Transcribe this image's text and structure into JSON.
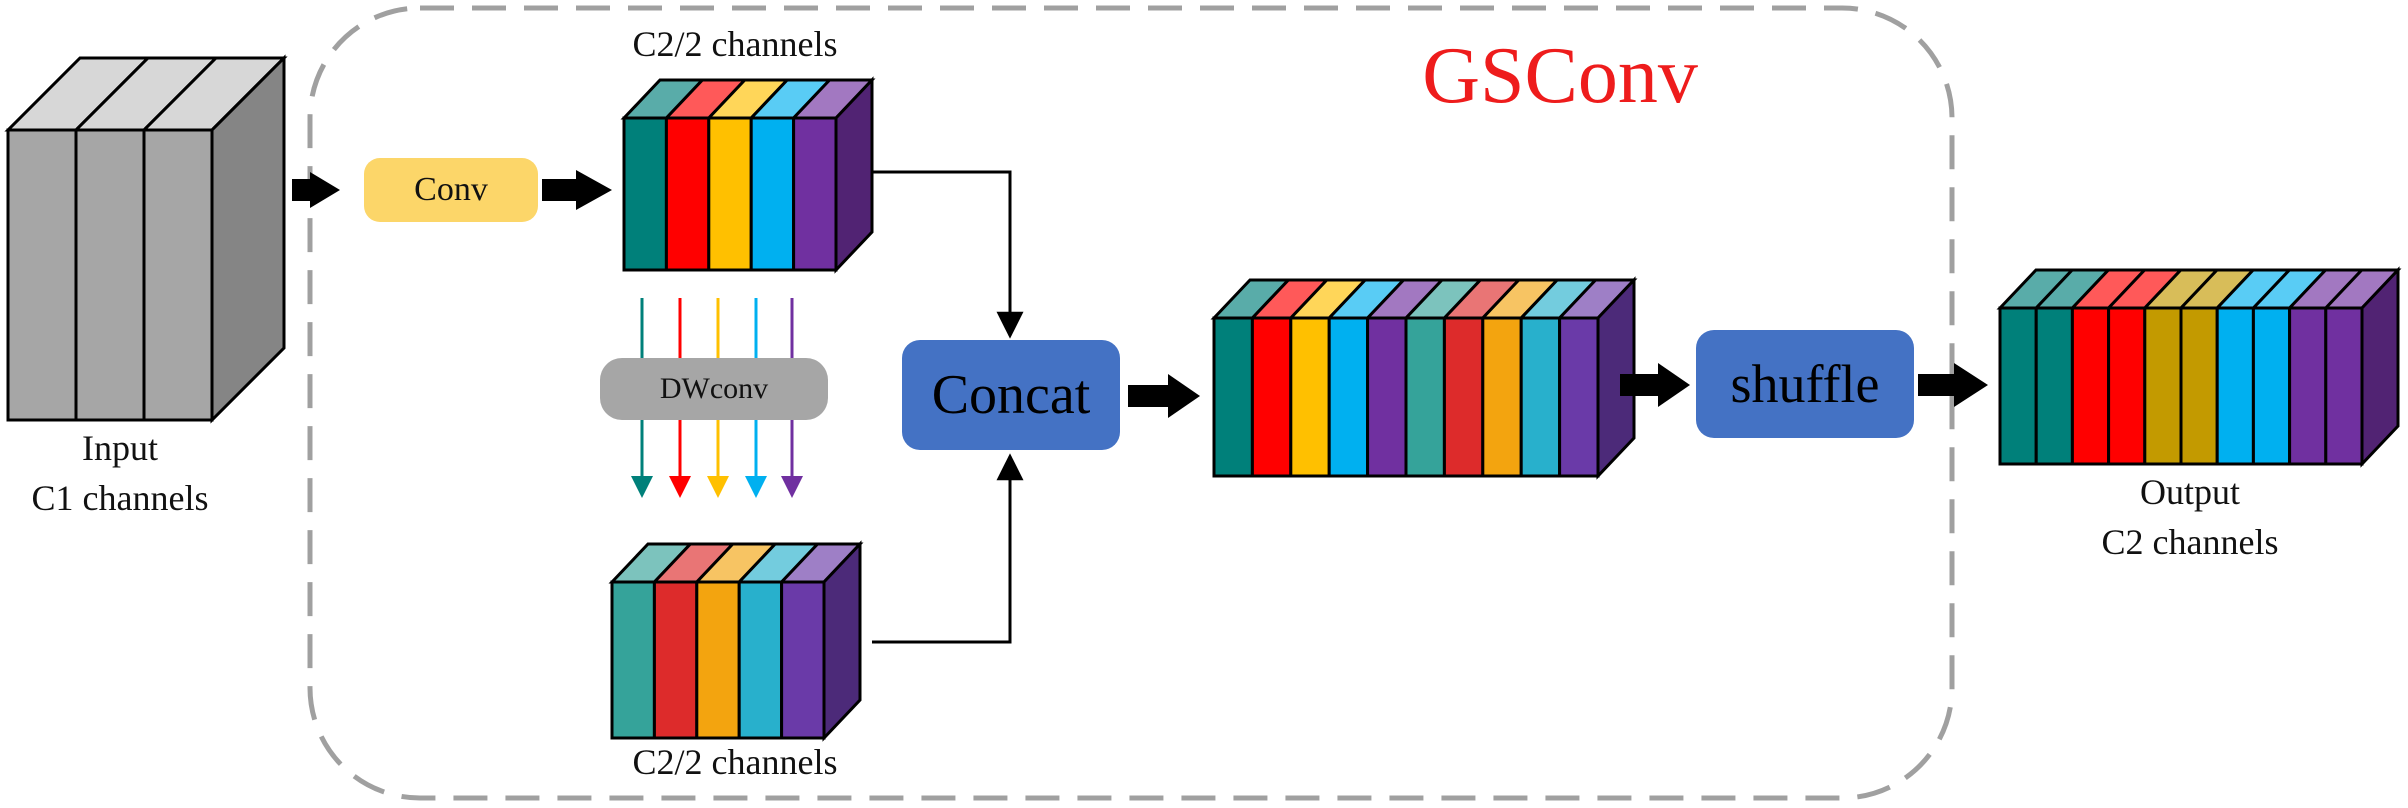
{
  "title": "GSConv",
  "input": {
    "line1": "Input",
    "line2": "C1 channels"
  },
  "top_block": {
    "label": "C2/2 channels"
  },
  "bottom_block": {
    "label": "C2/2 channels"
  },
  "ops": {
    "conv": "Conv",
    "dwconv": "DWconv",
    "concat": "Concat",
    "shuffle": "shuffle"
  },
  "output": {
    "line1": "Output",
    "line2": "C2 channels"
  },
  "colors": {
    "title": "#ee1c1c",
    "conv_fill": "#fcd669",
    "dwconv_fill": "#a6a6a6",
    "op_fill": "#4472c4",
    "dashed_border": "#a0a0a0",
    "channel_palette": [
      "#00807a",
      "#ff0000",
      "#ffc000",
      "#00b0f0",
      "#7030a0"
    ],
    "bottom_palette": [
      "#35a39a",
      "#dd2b2b",
      "#f3a40f",
      "#28b0cc",
      "#6a3aa8"
    ],
    "output_palette": [
      "#00807a",
      "#00807a",
      "#ff0000",
      "#ff0000",
      "#c39a00",
      "#c39a00",
      "#00b0f0",
      "#00b0f0",
      "#7030a0",
      "#7030a0"
    ]
  }
}
